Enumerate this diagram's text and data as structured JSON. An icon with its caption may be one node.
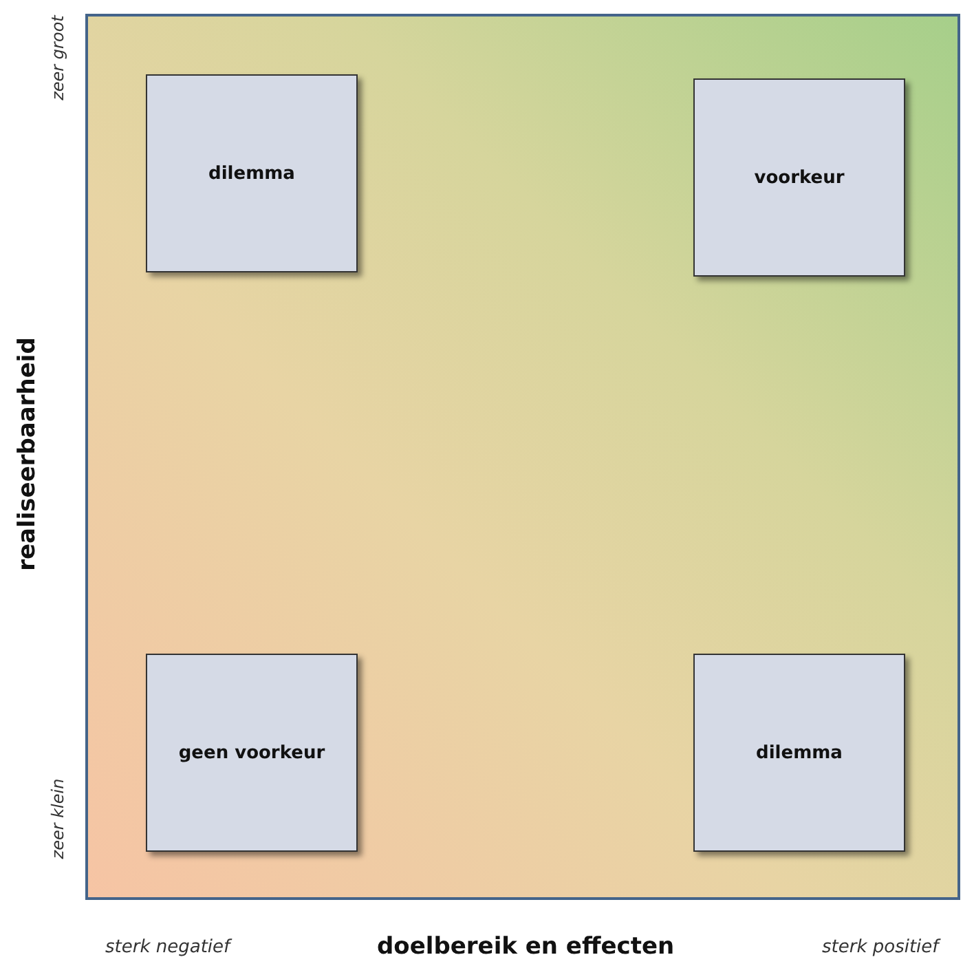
{
  "diagram": {
    "nodes": [
      {
        "text": [],
        "shape": "box"
      },
      {
        "text": [
          "dilemma"
        ],
        "in": 0
      },
      {
        "text": [
          "voorkeur"
        ],
        "in": 0
      },
      {
        "text": [
          "geen voorkeur"
        ],
        "in": 0
      },
      {
        "text": [
          "dilemma"
        ],
        "in": 0
      }
    ],
    "edges": [],
    "labels": [
      "zeer groot",
      "realiseerbaarheid",
      "zeer klein",
      "sterk negatief",
      "doelbereik en effecten",
      "sterk positief"
    ]
  }
}
